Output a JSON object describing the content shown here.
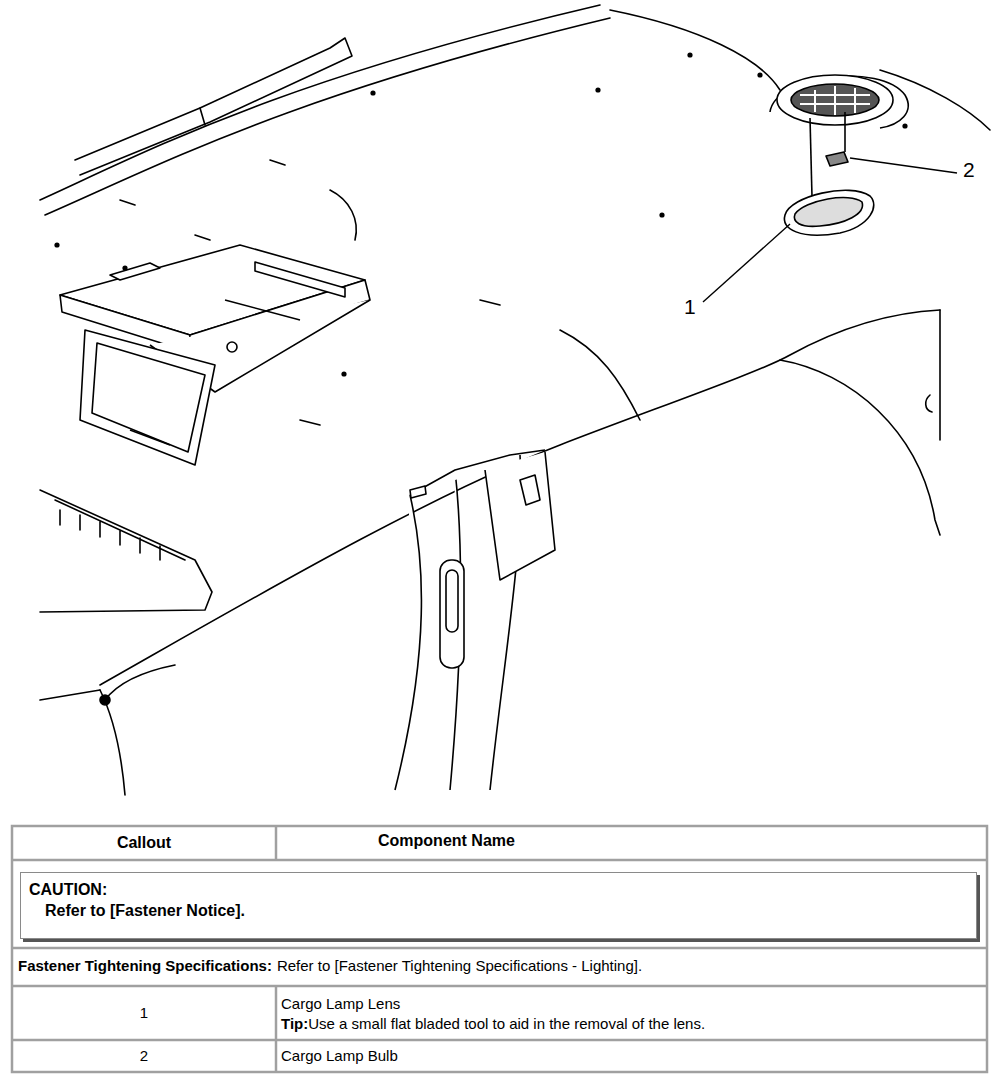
{
  "diagram": {
    "nodes": [
      {
        "text": [
          "CAUTION:",
          "Refer to [Fastener Notice]."
        ]
      }
    ],
    "labels": [
      "2",
      "1",
      "Callout",
      "Component Name",
      "Fastener Tightening Specifications:",
      "Refer to [Fastener Tightening Specifications - Lighting].",
      "1",
      "Cargo Lamp Lens",
      "Tip:",
      "Use a small flat bladed tool to aid in the removal of the lens.",
      "2",
      "Cargo Lamp Bulb"
    ]
  }
}
